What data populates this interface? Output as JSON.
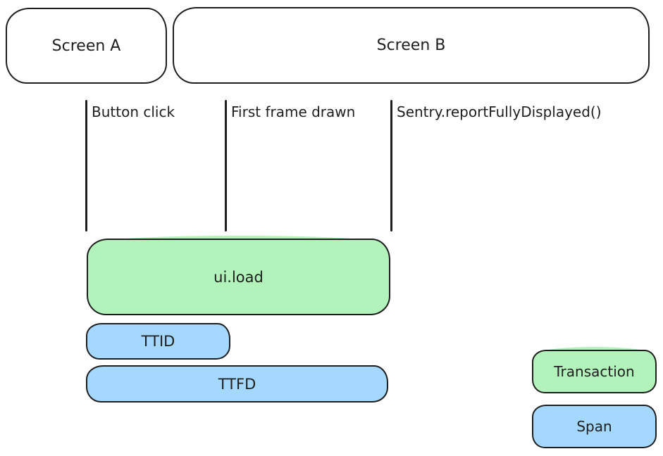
{
  "colors": {
    "stroke": "#1e1e1e",
    "transaction_green": "#b2f2bb",
    "span_blue": "#a5d8ff",
    "background": "#ffffff"
  },
  "screens": [
    {
      "label": "Screen A"
    },
    {
      "label": "Screen B"
    }
  ],
  "markers": [
    {
      "label": "Button click"
    },
    {
      "label": "First frame drawn"
    },
    {
      "label": "Sentry.reportFullyDisplayed()"
    }
  ],
  "bars": [
    {
      "label": "ui.load",
      "type": "transaction",
      "color": "#b2f2bb"
    },
    {
      "label": "TTID",
      "type": "span",
      "color": "#a5d8ff"
    },
    {
      "label": "TTFD",
      "type": "span",
      "color": "#a5d8ff"
    }
  ],
  "legend": [
    {
      "label": "Transaction",
      "color": "#b2f2bb"
    },
    {
      "label": "Span",
      "color": "#a5d8ff"
    }
  ]
}
